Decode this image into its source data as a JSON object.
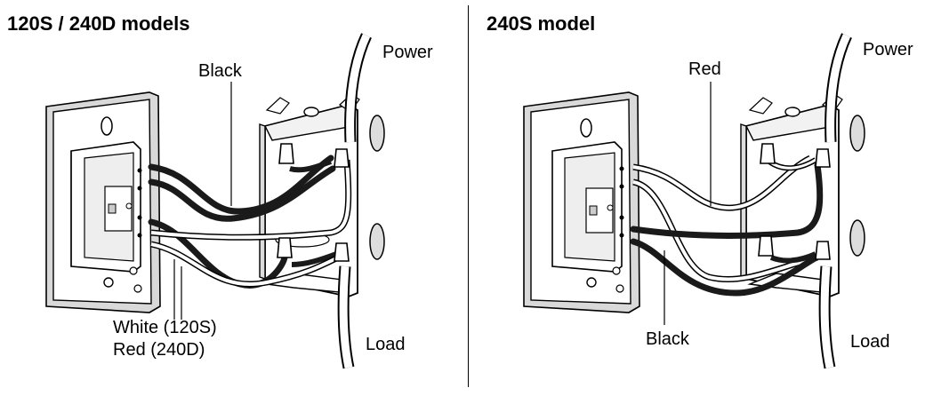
{
  "left": {
    "title": "120S / 240D models",
    "labels": {
      "power": "Power",
      "black": "Black",
      "white_red_line1": "White (120S)",
      "white_red_line2": "Red (240D)",
      "load": "Load"
    }
  },
  "right": {
    "title": "240S model",
    "labels": {
      "power": "Power",
      "red": "Red",
      "black": "Black",
      "load": "Load"
    }
  },
  "colors": {
    "ink": "#000000",
    "wire_dark": "#1a1a1a",
    "wire_light": "#ffffff",
    "plate_shade": "#d9d9d9",
    "background": "#ffffff"
  },
  "icons": [
    "thermostat-icon",
    "junction-box-icon",
    "wire-nut-icon",
    "cable-icon"
  ]
}
